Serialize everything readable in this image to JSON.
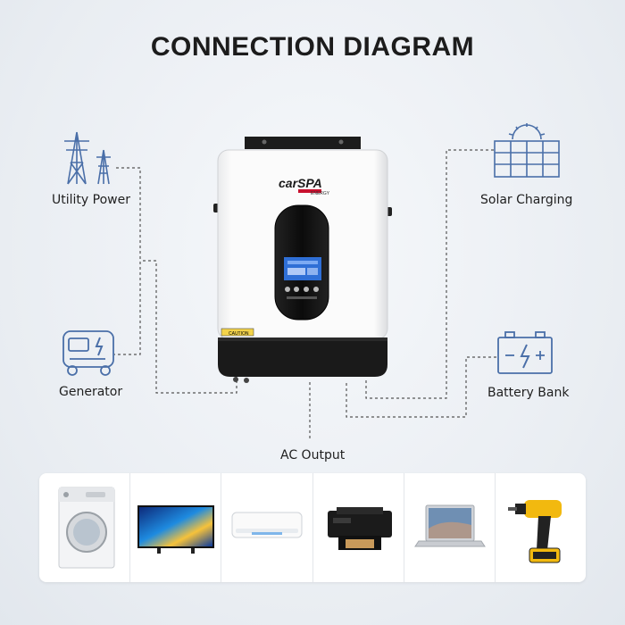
{
  "title": "CONNECTION DIAGRAM",
  "labels": {
    "utility_power": "Utility Power",
    "generator": "Generator",
    "solar_charging": "Solar Charging",
    "battery_bank": "Battery Bank",
    "ac_output": "AC Output"
  },
  "inverter": {
    "brand": "carSPA",
    "sub_brand": "ENERGY",
    "caution": "CAUTION"
  },
  "appliances": [
    "washing-machine",
    "television",
    "air-conditioner",
    "printer",
    "laptop",
    "power-drill"
  ],
  "colors": {
    "icon_blue": "#4a6fa8",
    "drill_yellow": "#f2b90f",
    "dashed_line": "#555555"
  }
}
